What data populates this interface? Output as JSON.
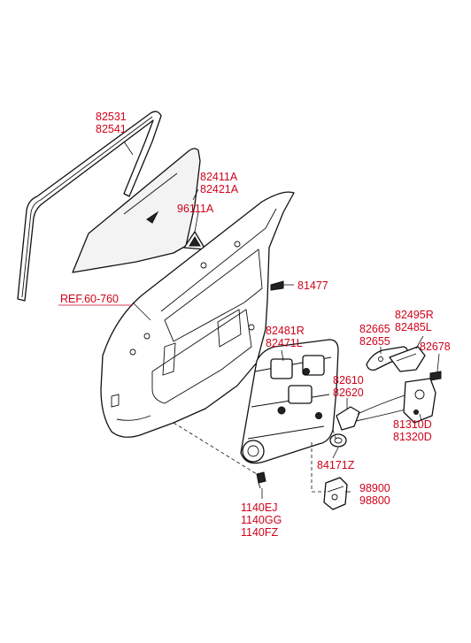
{
  "labels": {
    "run_channel": [
      "82531",
      "82541"
    ],
    "door_glass": [
      "82411A",
      "82421A"
    ],
    "glass_clip": [
      "96111A"
    ],
    "ref": "REF.60-760",
    "bolt_81477": [
      "81477"
    ],
    "regulator": [
      "82481R",
      "82471L"
    ],
    "handle": [
      "82665",
      "82655"
    ],
    "handle_frame": [
      "82495R",
      "82485L"
    ],
    "screw_82678": [
      "82678"
    ],
    "rod": [
      "82610",
      "82620"
    ],
    "latch": [
      "81310D",
      "81320D"
    ],
    "seal_84171": [
      "84171Z"
    ],
    "motor": [
      "98900",
      "98800"
    ],
    "bolts_1140": [
      "1140EJ",
      "1140GG",
      "1140FZ"
    ]
  },
  "colors": {
    "label": "#d0021b",
    "line": "#111111"
  }
}
